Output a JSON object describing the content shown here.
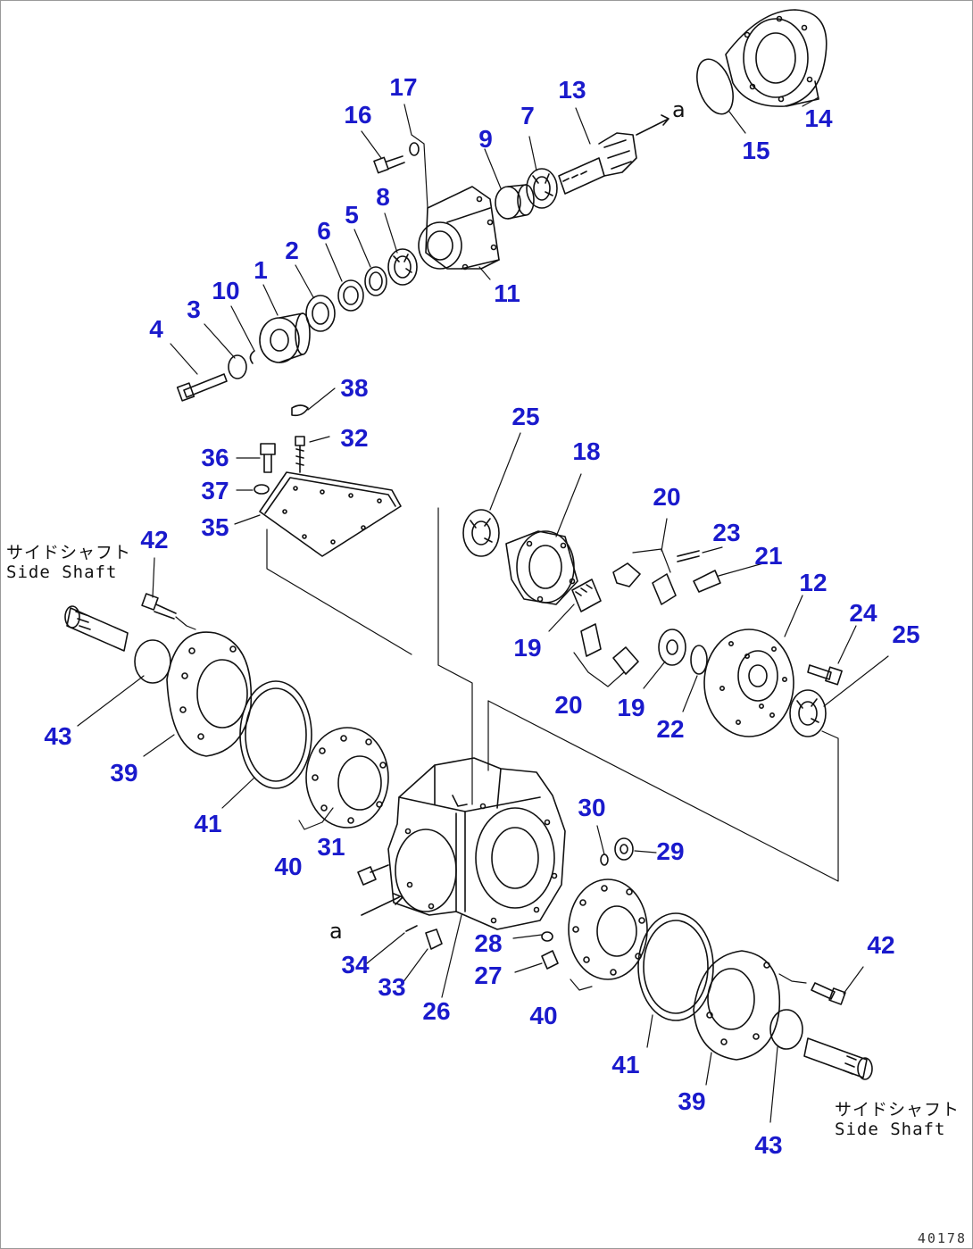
{
  "diagram": {
    "colors": {
      "label": "#1a1acc",
      "line": "#111111",
      "background": "#ffffff"
    },
    "part_labels": [
      {
        "id": "lbl-4",
        "text": "4"
      },
      {
        "id": "lbl-3",
        "text": "3"
      },
      {
        "id": "lbl-10",
        "text": "10"
      },
      {
        "id": "lbl-1",
        "text": "1"
      },
      {
        "id": "lbl-2",
        "text": "2"
      },
      {
        "id": "lbl-6",
        "text": "6"
      },
      {
        "id": "lbl-5",
        "text": "5"
      },
      {
        "id": "lbl-8",
        "text": "8"
      },
      {
        "id": "lbl-16",
        "text": "16"
      },
      {
        "id": "lbl-17",
        "text": "17"
      },
      {
        "id": "lbl-11",
        "text": "11"
      },
      {
        "id": "lbl-9",
        "text": "9"
      },
      {
        "id": "lbl-7",
        "text": "7"
      },
      {
        "id": "lbl-13",
        "text": "13"
      },
      {
        "id": "lbl-14",
        "text": "14"
      },
      {
        "id": "lbl-15",
        "text": "15"
      },
      {
        "id": "lbl-38",
        "text": "38"
      },
      {
        "id": "lbl-32",
        "text": "32"
      },
      {
        "id": "lbl-36",
        "text": "36"
      },
      {
        "id": "lbl-37",
        "text": "37"
      },
      {
        "id": "lbl-35",
        "text": "35"
      },
      {
        "id": "lbl-42a",
        "text": "42"
      },
      {
        "id": "lbl-43a",
        "text": "43"
      },
      {
        "id": "lbl-39a",
        "text": "39"
      },
      {
        "id": "lbl-41a",
        "text": "41"
      },
      {
        "id": "lbl-40a",
        "text": "40"
      },
      {
        "id": "lbl-31",
        "text": "31"
      },
      {
        "id": "lbl-25a",
        "text": "25"
      },
      {
        "id": "lbl-18",
        "text": "18"
      },
      {
        "id": "lbl-20a",
        "text": "20"
      },
      {
        "id": "lbl-23",
        "text": "23"
      },
      {
        "id": "lbl-21",
        "text": "21"
      },
      {
        "id": "lbl-12",
        "text": "12"
      },
      {
        "id": "lbl-24",
        "text": "24"
      },
      {
        "id": "lbl-25b",
        "text": "25"
      },
      {
        "id": "lbl-19a",
        "text": "19"
      },
      {
        "id": "lbl-20b",
        "text": "20"
      },
      {
        "id": "lbl-19b",
        "text": "19"
      },
      {
        "id": "lbl-22",
        "text": "22"
      },
      {
        "id": "lbl-30",
        "text": "30"
      },
      {
        "id": "lbl-29",
        "text": "29"
      },
      {
        "id": "lbl-28",
        "text": "28"
      },
      {
        "id": "lbl-27",
        "text": "27"
      },
      {
        "id": "lbl-34",
        "text": "34"
      },
      {
        "id": "lbl-33",
        "text": "33"
      },
      {
        "id": "lbl-26",
        "text": "26"
      },
      {
        "id": "lbl-40b",
        "text": "40"
      },
      {
        "id": "lbl-41b",
        "text": "41"
      },
      {
        "id": "lbl-39b",
        "text": "39"
      },
      {
        "id": "lbl-43b",
        "text": "43"
      },
      {
        "id": "lbl-42b",
        "text": "42"
      }
    ],
    "notes": [
      {
        "id": "note-side-shaft-left",
        "jp": "サイドシャフト",
        "en": "Side Shaft"
      },
      {
        "id": "note-side-shaft-right",
        "jp": "サイドシャフト",
        "en": "Side Shaft"
      }
    ],
    "ref_letters": [
      {
        "id": "ref-a-top",
        "text": "a"
      },
      {
        "id": "ref-a-bottom",
        "text": "a"
      }
    ],
    "drawing_code": "40178"
  }
}
